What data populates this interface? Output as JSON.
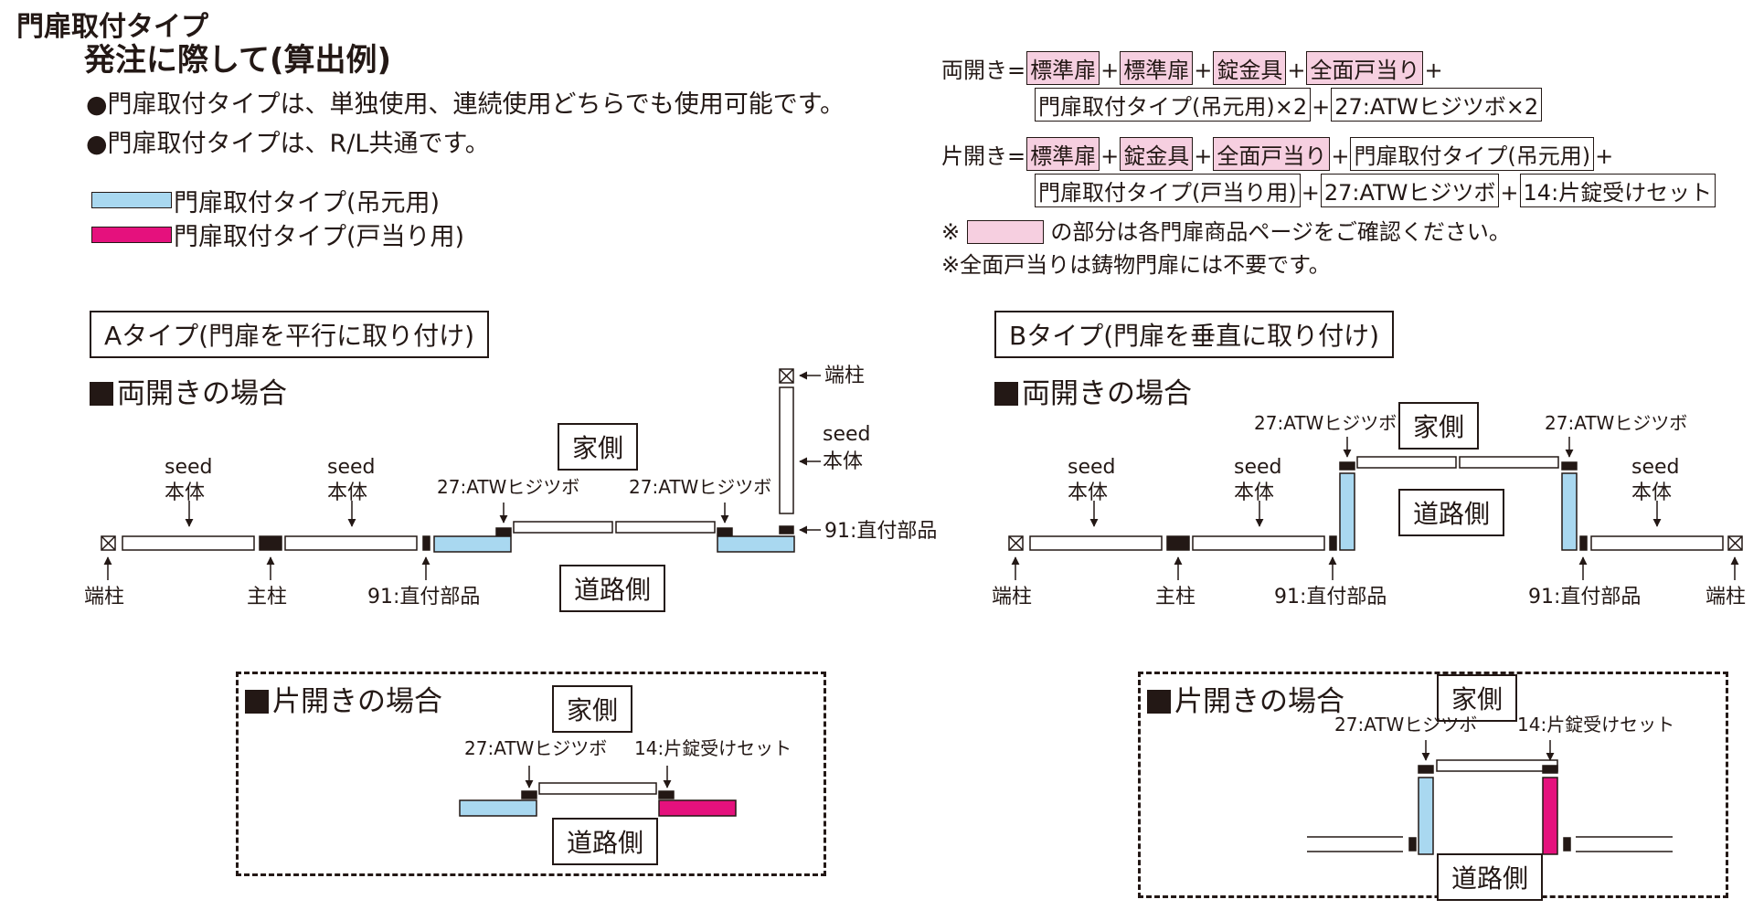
{
  "header": {
    "title": "門扉取付タイプ",
    "subtitle": "発注に際して(算出例)",
    "notes": [
      "●門扉取付タイプは、単独使用、連続使用どちらでも使用可能です。",
      "●門扉取付タイプは、R/L共通です。"
    ]
  },
  "legend": {
    "items": [
      {
        "label": "門扉取付タイプ(吊元用)",
        "color": "#a9d8f0"
      },
      {
        "label": "門扉取付タイプ(戸当り用)",
        "color": "#e5117d"
      }
    ]
  },
  "formulas": {
    "double_label": "両開き=",
    "double_line1": [
      "標準扉",
      "標準扉",
      "錠金具",
      "全面戸当り"
    ],
    "double_line2": [
      "門扉取付タイプ(吊元用)×2",
      "27:ATWヒジツボ×2"
    ],
    "single_label": "片開き=",
    "single_line1_pink": [
      "標準扉",
      "錠金具",
      "全面戸当り"
    ],
    "single_line1_plain": "門扉取付タイプ(吊元用)",
    "single_line2": [
      "門扉取付タイプ(戸当り用)",
      "27:ATWヒジツボ",
      "14:片錠受けセット"
    ],
    "plus": "+",
    "note1_prefix": "※",
    "note1_suffix": "の部分は各門扉商品ページをご確認ください。",
    "note2": "※全面戸当りは鋳物門扉には不要です。",
    "pink_color": "#f6cfe0"
  },
  "typeA": {
    "title": "Aタイプ(門扉を平行に取り付け)",
    "section_double": "両開きの場合",
    "section_single": "片開きの場合",
    "house_side": "家側",
    "road_side": "道路側",
    "labels": {
      "end_post": "端柱",
      "main_post": "主柱",
      "seed": "seed",
      "body": "本体",
      "direct_parts": "91:直付部品",
      "atw": "27:ATWヒジツボ",
      "lock_set": "14:片錠受けセット"
    }
  },
  "typeB": {
    "title": "Bタイプ(門扉を垂直に取り付け)",
    "section_double": "両開きの場合",
    "section_single": "片開きの場合",
    "house_side": "家側",
    "road_side": "道路側",
    "labels": {
      "end_post": "端柱",
      "main_post": "主柱",
      "seed": "seed",
      "body": "本体",
      "direct_parts": "91:直付部品",
      "atw": "27:ATWヒジツボ",
      "lock_set": "14:片錠受けセット"
    }
  }
}
